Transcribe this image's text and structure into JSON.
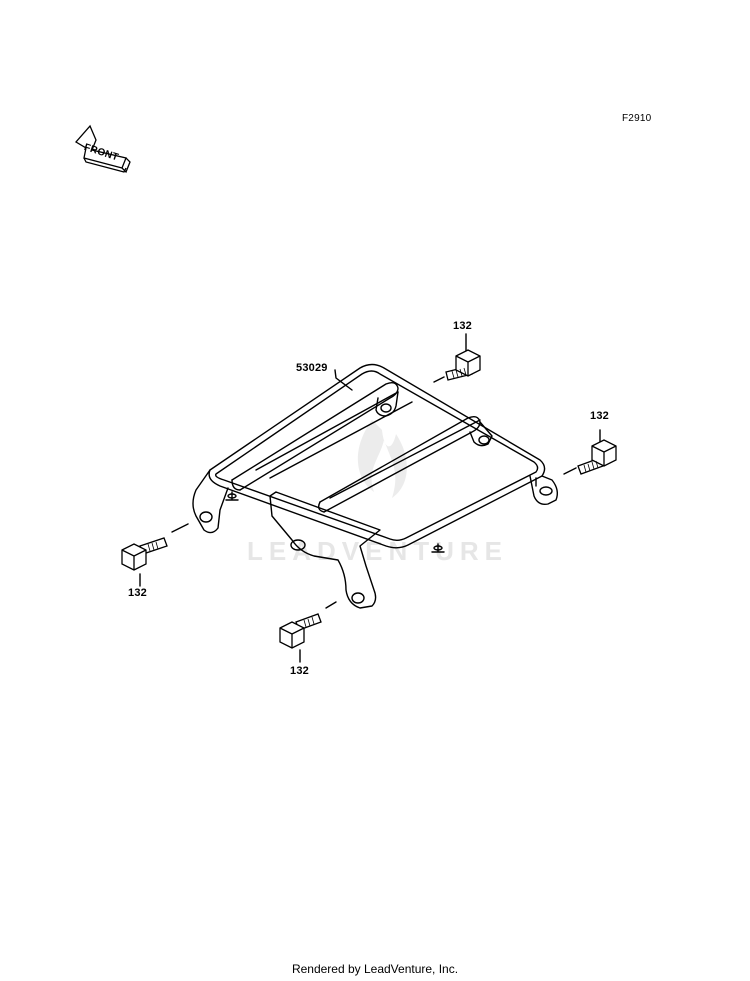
{
  "diagram": {
    "figure_code": "F2910",
    "front_label": "FRONT",
    "callouts": {
      "carrier_part": "53029",
      "bolt_top": "132",
      "bolt_right": "132",
      "bolt_left": "132",
      "bolt_bottom": "132"
    },
    "watermark": "LEADVENTURE"
  },
  "footer": {
    "credit": "Rendered by LeadVenture, Inc."
  }
}
